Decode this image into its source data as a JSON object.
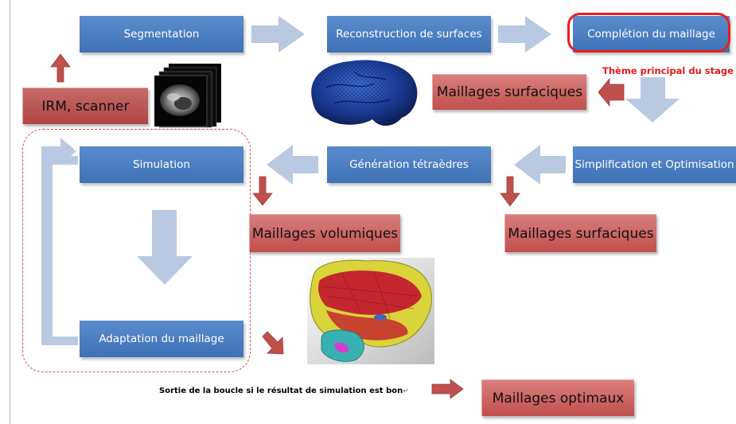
{
  "boxes": {
    "segmentation": "Segmentation",
    "reconstruction": "Reconstruction de surfaces",
    "completion": "Complétion du maillage",
    "simplification": "Simplification et Optimisation",
    "generation": "Génération tétraèdres",
    "simulation": "Simulation",
    "adaptation": "Adaptation du maillage"
  },
  "labels": {
    "irm": "IRM, scanner",
    "surfaciques_top": "Maillages surfaciques",
    "surfaciques_mid": "Maillages surfaciques",
    "volumiques": "Maillages volumiques",
    "optimaux": "Maillages optimaux",
    "theme": "Thème principal du stage",
    "exit_note": "Sortie de la boucle si le résultat de simulation est bon"
  },
  "colors": {
    "process_box": "#4f81bd",
    "output_box": "#c0504d",
    "flow_arrow": "#b9c9e2",
    "red_arrow": "#c0504d",
    "highlight": "#e81f1f"
  },
  "images": {
    "mri": "mri-slices-image",
    "brain_surface": "brain-surface-mesh-image",
    "brain_volume": "brain-volume-mesh-image"
  }
}
